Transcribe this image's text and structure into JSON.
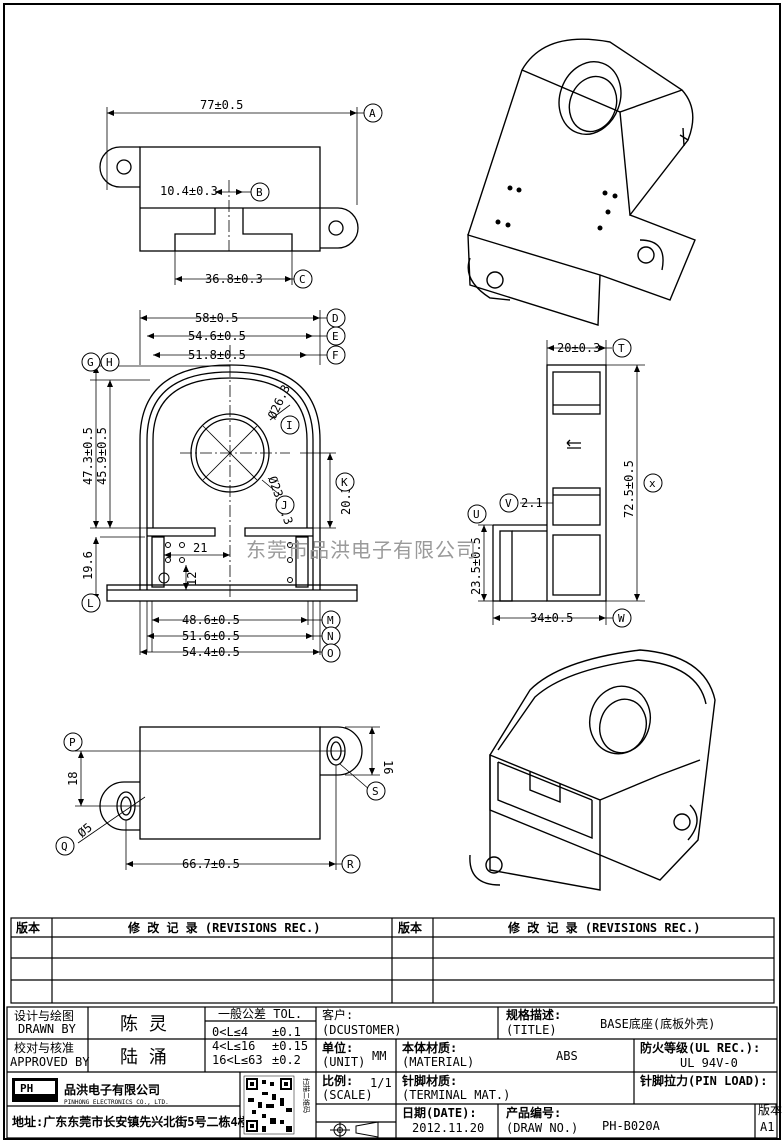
{
  "drawing": {
    "top_view": {
      "dims": {
        "d77": "77±0.5",
        "d104": "10.4±0.3",
        "d368": "36.8±0.3"
      },
      "callouts": {
        "A": "A",
        "B": "B",
        "C": "C"
      }
    },
    "front_view": {
      "dims": {
        "d58": "58±0.5",
        "d546": "54.6±0.5",
        "d518": "51.8±0.5",
        "d473": "47.3±0.5",
        "d459": "45.9±0.5",
        "phi263": "Ø26.3",
        "phi23": "Ø23±0.3",
        "d203": "20.3",
        "d196": "19.6",
        "d21": "21",
        "d12": "12",
        "d486": "48.6±0.5",
        "d516": "51.6±0.5",
        "d544": "54.4±0.5"
      },
      "callouts": {
        "D": "D",
        "E": "E",
        "F": "F",
        "G": "G",
        "H": "H",
        "I": "I",
        "J": "J",
        "K": "K",
        "L": "L",
        "M": "M",
        "N": "N",
        "O": "O"
      }
    },
    "side_view": {
      "dims": {
        "d20": "20±0.3",
        "d725": "72.5±0.5",
        "d21": "2.1",
        "d235": "23.5±0.5",
        "d34": "34±0.5"
      },
      "callouts": {
        "T": "T",
        "X": "x",
        "V": "V",
        "U": "U",
        "W": "W"
      }
    },
    "bottom_view": {
      "dims": {
        "d18": "18",
        "d16": "16",
        "phi5": "Ø5",
        "d667": "66.7±0.5"
      },
      "callouts": {
        "P": "P",
        "Q": "Q",
        "R": "R",
        "S": "S"
      }
    },
    "watermark": "东莞市品洪电子有限公司"
  },
  "revisions": {
    "col_version": "版本",
    "col_record": "修 改 记 录 (REVISIONS REC.)"
  },
  "title_block": {
    "designer_label_cn": "设计与绘图",
    "designer_label_en": "DRAWN BY",
    "designer_name": "陈 灵",
    "approver_label_cn": "校对与核准",
    "approver_label_en": "APPROVED BY",
    "approver_name": "陆 涌",
    "tol_title": "一般公差 TOL.",
    "tol_rows": [
      {
        "range": "0<L≤4",
        "value": "±0.1"
      },
      {
        "range": "4<L≤16",
        "value": "±0.15"
      },
      {
        "range": "16<L≤63",
        "value": "±0.2"
      }
    ],
    "customer_label": "客户:",
    "customer_value": "(DCUSTOMER)",
    "title_label_cn": "规格描述:",
    "title_label_en": "(TITLE)",
    "title_value": "BASE底座(底板外壳)",
    "unit_label_cn": "单位:",
    "unit_label_en": "(UNIT)",
    "unit_value": "MM",
    "material_label_cn": "本体材质:",
    "material_label_en": "(MATERIAL)",
    "material_value": "ABS",
    "ul_label": "防火等级(UL REC.):",
    "ul_value": "UL 94V-0",
    "scale_label_cn": "比例:",
    "scale_label_en": "(SCALE)",
    "scale_value": "1/1",
    "terminal_label_cn": "针脚材质:",
    "terminal_label_en": "(TERMINAL MAT.)",
    "pin_load_label": "针脚拉力(PIN LOAD):",
    "date_label": "日期(DATE):",
    "date_value": "2012.11.20",
    "drawno_label_cn": "产品编号:",
    "drawno_label_en": "(DRAW NO.)",
    "drawno_value": "PH-B020A",
    "rev_label_cn": "版本(REV):",
    "rev_value": "A1",
    "company_logo": "PH",
    "company_name_cn": "品洪电子有限公司",
    "company_name_en": "PINHONG ELECTRONICS CO., LTD.",
    "company_address": "地址:广东东莞市长安镇先兴北街5号二栋4楼",
    "qr_caption": "扫描二维码"
  }
}
